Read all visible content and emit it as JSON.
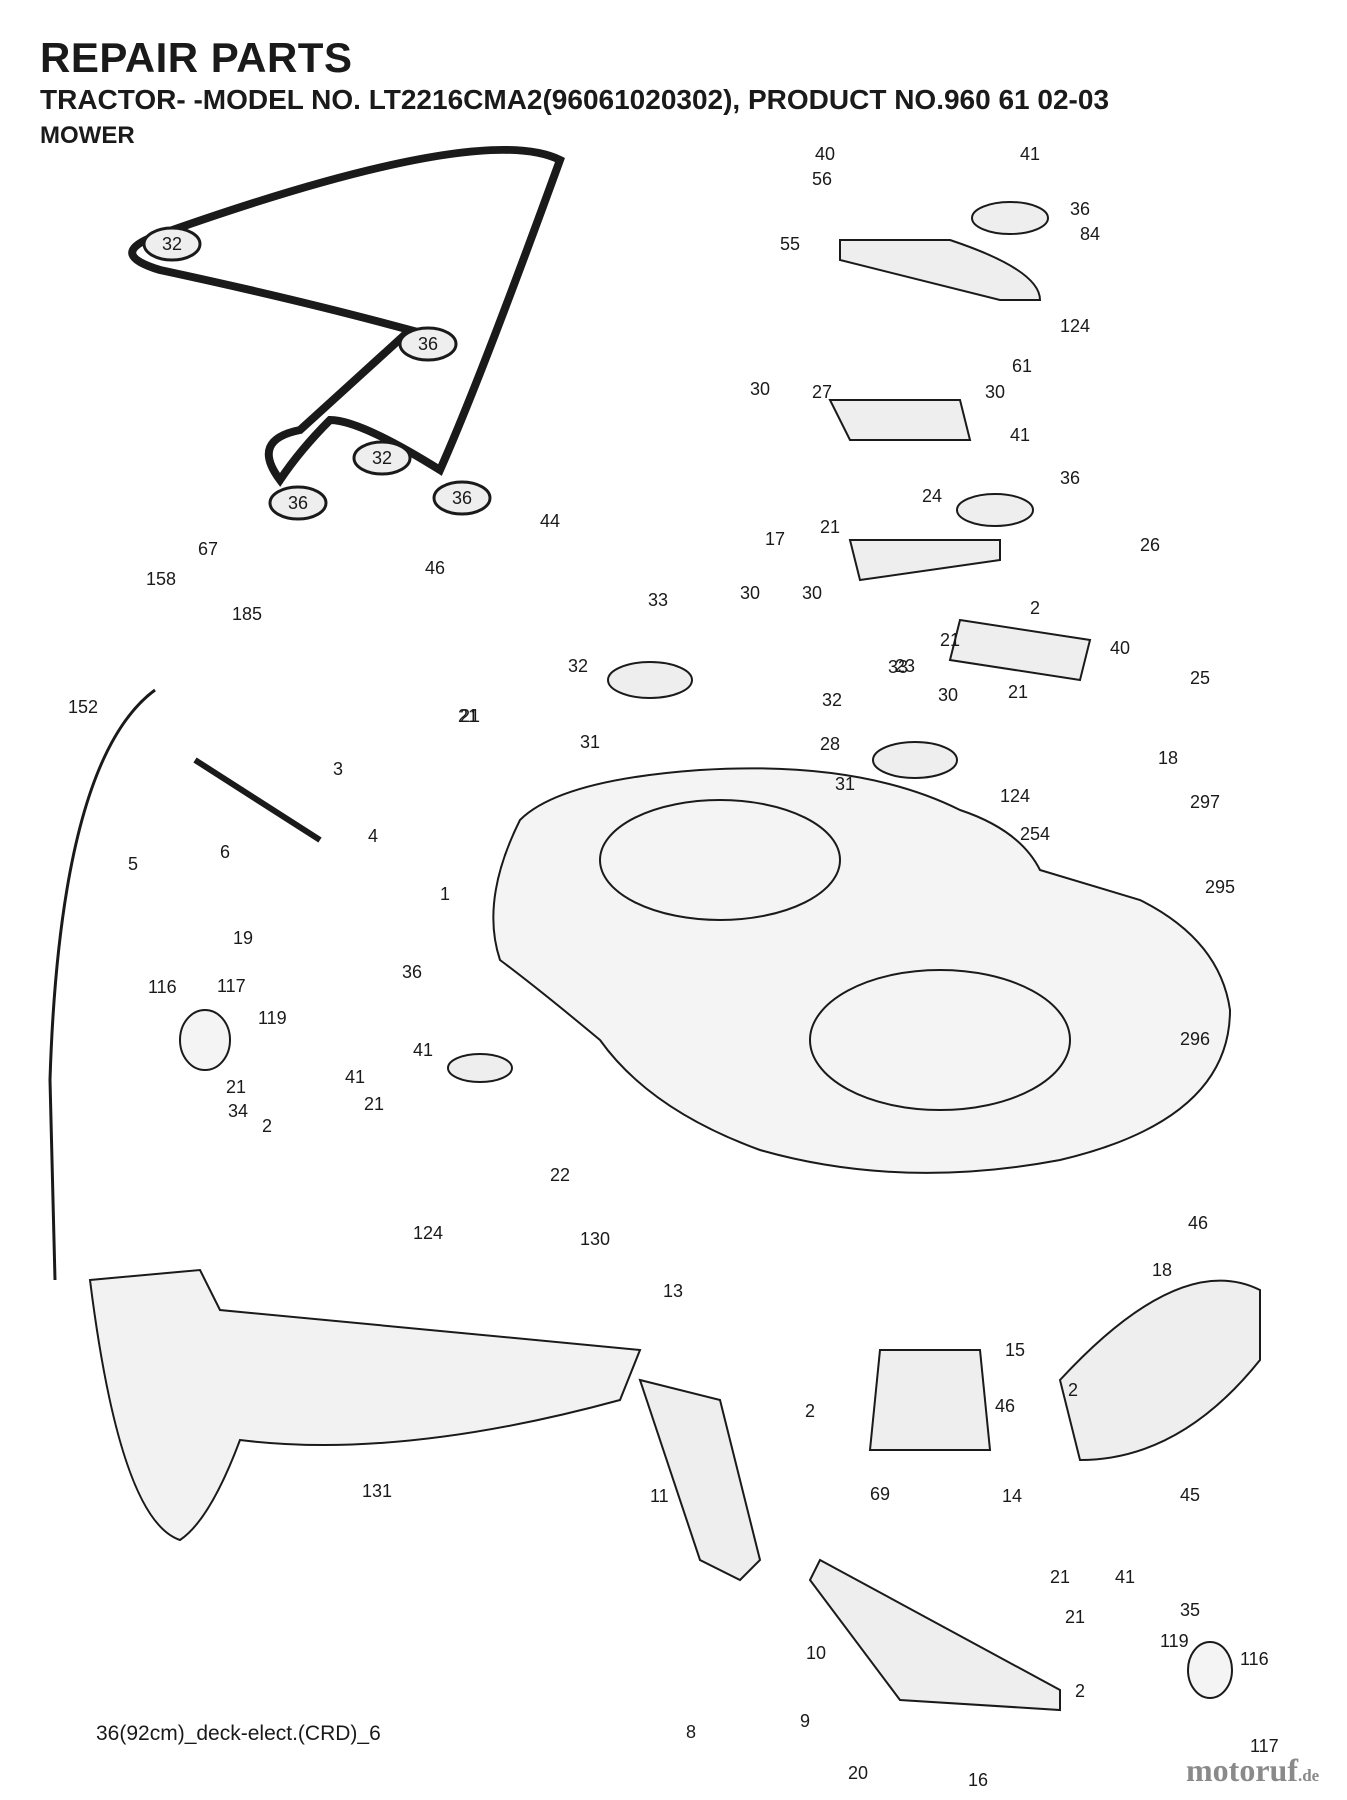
{
  "header": {
    "title": "REPAIR PARTS",
    "subtitle": "TRACTOR- -MODEL NO. LT2216CMA2(96061020302), PRODUCT NO.960 61 02-03",
    "section": "MOWER"
  },
  "footer": {
    "drawing_code": "36(92cm)_deck-elect.(CRD)_6",
    "watermark_main": "motoruf",
    "watermark_tld": ".de"
  },
  "callouts": [
    "40",
    "41",
    "56",
    "36",
    "84",
    "55",
    "124",
    "61",
    "30",
    "27",
    "30",
    "41",
    "36",
    "24",
    "17",
    "21",
    "26",
    "44",
    "67",
    "46",
    "158",
    "185",
    "33",
    "30",
    "30",
    "2",
    "21",
    "40",
    "23",
    "32",
    "21",
    "25",
    "31",
    "28",
    "21",
    "152",
    "3",
    "21",
    "33",
    "32",
    "30",
    "18",
    "124",
    "31",
    "297",
    "5",
    "6",
    "4",
    "254",
    "295",
    "19",
    "1",
    "116",
    "117",
    "119",
    "41",
    "21",
    "34",
    "36",
    "41",
    "2",
    "21",
    "22",
    "124",
    "130",
    "296",
    "46",
    "18",
    "13",
    "15",
    "2",
    "46",
    "2",
    "131",
    "11",
    "14",
    "45",
    "69",
    "21",
    "41",
    "35",
    "21",
    "119",
    "116",
    "10",
    "2",
    "8",
    "9",
    "117",
    "20",
    "16"
  ],
  "belt_pulley_labels": [
    "32",
    "36",
    "32",
    "36",
    "36"
  ],
  "colors": {
    "line": "#1a1a1a",
    "fill_light": "#eeeeee",
    "watermark": "#8a8a8a"
  }
}
